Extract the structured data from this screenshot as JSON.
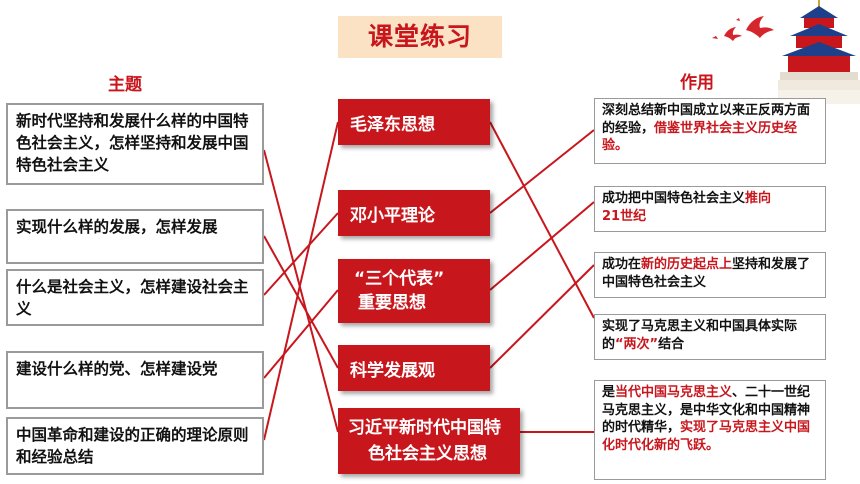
{
  "title": "课堂练习",
  "col_left": "主题",
  "col_right": "作用",
  "left": [
    "新时代坚持和发展什么样的中国特色社会主义，怎样坚持和发展中国特色社会主义",
    "实现什么样的发展，怎样发展",
    "什么是社会主义，怎样建设社会主义",
    "建设什么样的党、怎样建设党",
    "中国革命和建设的正确的理论原则和经验总结"
  ],
  "middle": {
    "mao": "毛泽东思想",
    "deng": "邓小平理论",
    "three_a": "“三个代表”",
    "three_b": "重要思想",
    "sci": "科学发展观",
    "xi_a": "习近平新时代中国特",
    "xi_b": "色社会主义思想"
  },
  "right": {
    "r1": {
      "t1": "深刻总结新中国成立以来正反两方面的经验，",
      "t2": "借鉴世界社会主义历史经验。"
    },
    "r2": {
      "t1": "成功把中国特色社会主义",
      "t2": "推向",
      "t3": "21世纪"
    },
    "r3": {
      "t1": "成功在",
      "t2": "新的历史起点上",
      "t3": "坚持和发展了中国特色社会主义"
    },
    "r4": {
      "t1": "实现了马克思主义和中国具体实际的",
      "t2": "“两次”",
      "t3": "结合"
    },
    "r5": {
      "t1": "是",
      "t2": "当代中国马克思主义",
      "t3": "、二十一世纪马克思主义，是中华文化和中国精神的时代精华，",
      "t4": "实现了马克思主义中国化时代化新的飞跃。"
    }
  },
  "colors": {
    "accent": "#c8161d",
    "title_bg": "#fbe2c4",
    "border": "#9a9a9a"
  },
  "icons": [
    "doves-icon",
    "temple-of-heaven-icon"
  ]
}
